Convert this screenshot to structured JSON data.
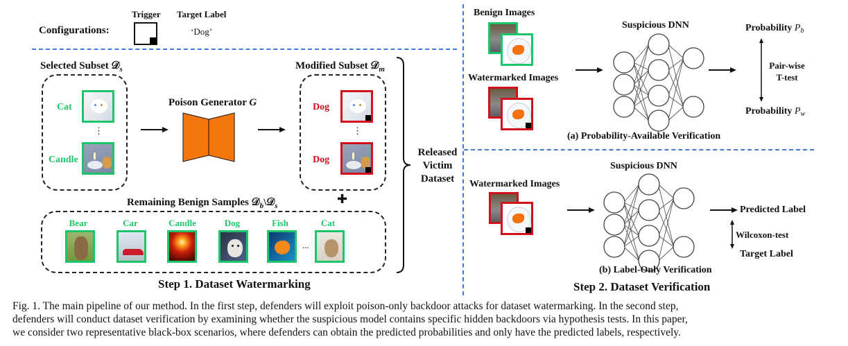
{
  "config": {
    "label": "Configurations:",
    "trigger_label": "Trigger",
    "target_label_heading": "Target Label",
    "target_label_value": "‘Dog’"
  },
  "step1": {
    "selected_subset_title": "Selected Subset 𝒟",
    "selected_subset_sub": "s",
    "selected_items": [
      "Cat",
      "Candle"
    ],
    "ellipsis_vertical": "⋮",
    "poison_generator_title": "Poison Generator ",
    "poison_generator_symbol": "G",
    "modified_subset_title": "Modified Subset 𝒟",
    "modified_subset_sub": "m",
    "modified_items": [
      "Dog",
      "Dog"
    ],
    "released_dataset": [
      "Released",
      "Victim",
      "Dataset"
    ],
    "remaining_title": "Remaining Benign Samples 𝒟",
    "remaining_sub1": "b",
    "remaining_mid": "\\𝒟",
    "remaining_sub2": "s",
    "plus": "✚",
    "remaining_items": [
      "Bear",
      "Car",
      "Candle",
      "Dog",
      "Fish",
      "Cat"
    ],
    "ellipsis_horizontal": "...",
    "title": "Step 1. Dataset Watermarking"
  },
  "step2": {
    "a": {
      "benign_images": "Benign Images",
      "watermarked_images": "Watermarked Images",
      "dnn_title": "Suspicious DNN",
      "prob_b": "Probability ",
      "prob_b_sym": "P",
      "prob_b_sub": "b",
      "prob_w": "Probability ",
      "prob_w_sym": "P",
      "prob_w_sub": "w",
      "test_line1": "Pair-wise",
      "test_line2": "T-test",
      "title": "(a) Probability-Available Verification"
    },
    "b": {
      "watermarked_images": "Watermarked Images",
      "dnn_title": "Suspicious DNN",
      "predicted_label": "Predicted Label",
      "target_label": "Target Label",
      "test": "Wilcoxon-test",
      "title": "(b) Label-Only Verification"
    },
    "title": "Step 2. Dataset Verification"
  },
  "caption": {
    "lines": [
      "Fig. 1.   The main pipeline of our method. In the first step, defenders will exploit poison-only backdoor attacks for dataset watermarking. In the second step,",
      "defenders will conduct dataset verification by examining whether the suspicious model contains specific hidden backdoors via hypothesis tests. In this paper,",
      "we consider two representative black-box scenarios, where defenders can obtain the predicted probabilities and only have the predicted labels, respectively."
    ]
  },
  "colors": {
    "benign_green": "#1fc36a",
    "watermark_red": "#d0101a",
    "generator_orange": "#f5760f",
    "divider_blue": "#3f78d8"
  }
}
